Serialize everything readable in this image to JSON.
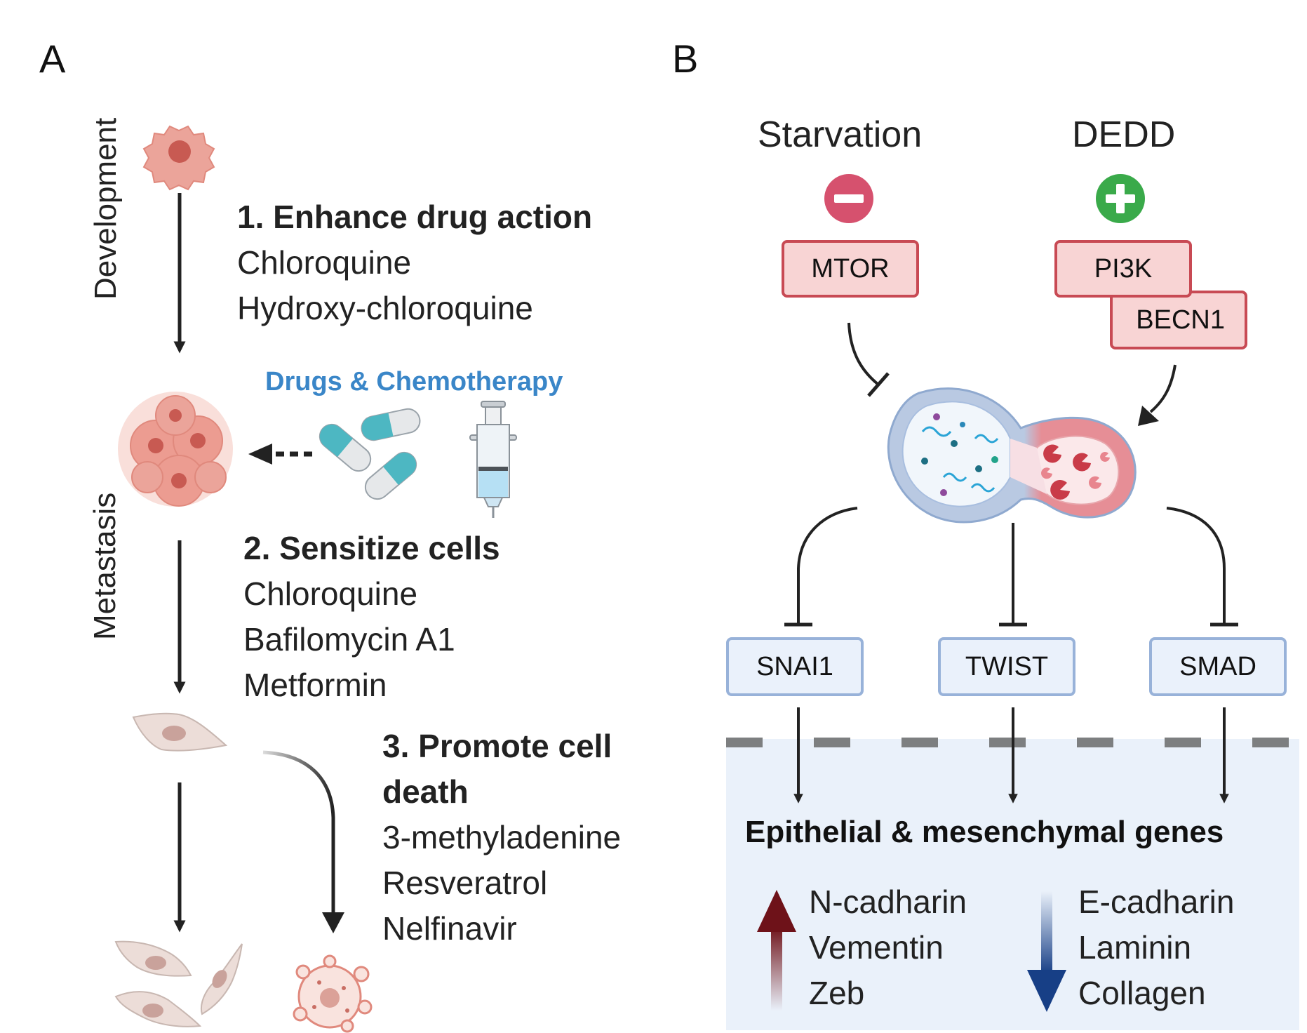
{
  "panel_a": {
    "label": "A",
    "stage_development": "Development",
    "stage_metastasis": "Metastasis",
    "drugs_heading": "Drugs & Chemotherapy",
    "group1": {
      "heading": "1. Enhance drug action",
      "items": [
        "Chloroquine",
        "Hydroxy-chloroquine"
      ]
    },
    "group2": {
      "heading": "2. Sensitize cells",
      "items": [
        "Chloroquine",
        "Bafilomycin A1",
        "Metformin"
      ]
    },
    "group3": {
      "heading_line1": "3. Promote cell",
      "heading_line2": "death",
      "items": [
        "3-methyladenine",
        "Resveratrol",
        "Nelfinavir"
      ]
    }
  },
  "panel_b": {
    "label": "B",
    "signal_left": "Starvation",
    "signal_right": "DEDD",
    "signal_left_effect": "minus",
    "signal_right_effect": "plus",
    "upstream": {
      "mtor": "MTOR",
      "pi3k": "PI3K",
      "becn1": "BECN1"
    },
    "transcription_factors": [
      "SNAI1",
      "TWIST",
      "SMAD"
    ],
    "genes_heading": "Epithelial & mesenchymal genes",
    "upregulated": [
      "N-cadharin",
      "Vementin",
      "Zeb"
    ],
    "downregulated": [
      "E-cadharin",
      "Laminin",
      "Collagen"
    ]
  },
  "colors": {
    "red_box_fill": "#f8d4d4",
    "red_box_border": "#c84a54",
    "blue_box_fill": "#eaf1fb",
    "blue_box_border": "#98b2d9",
    "minus": "#d6516e",
    "plus": "#3aaa4a",
    "drugs_heading": "#3a86c8",
    "up_arrow": "#6e1219",
    "down_arrow": "#173f86"
  }
}
